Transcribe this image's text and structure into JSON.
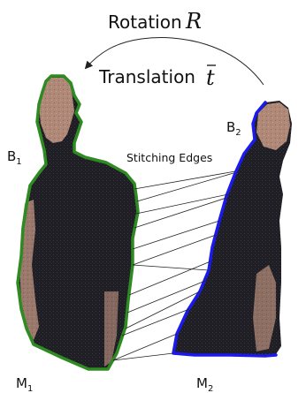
{
  "labels": {
    "rotation": "Rotation",
    "rotation_symbol": "R",
    "translation": "Translation",
    "translation_symbol": "t",
    "stitching_edges": "Stitching Edges",
    "b": "B",
    "m": "M",
    "sub_1": "1",
    "sub_2": "2"
  },
  "colors": {
    "boundary_1": "#2e8b22",
    "boundary_2": "#1a1aee",
    "shirt": "#1c1c22",
    "skin": "#b58a78",
    "texture": "#8a7c80",
    "edge_line": "#222222"
  },
  "edge_count": 10
}
